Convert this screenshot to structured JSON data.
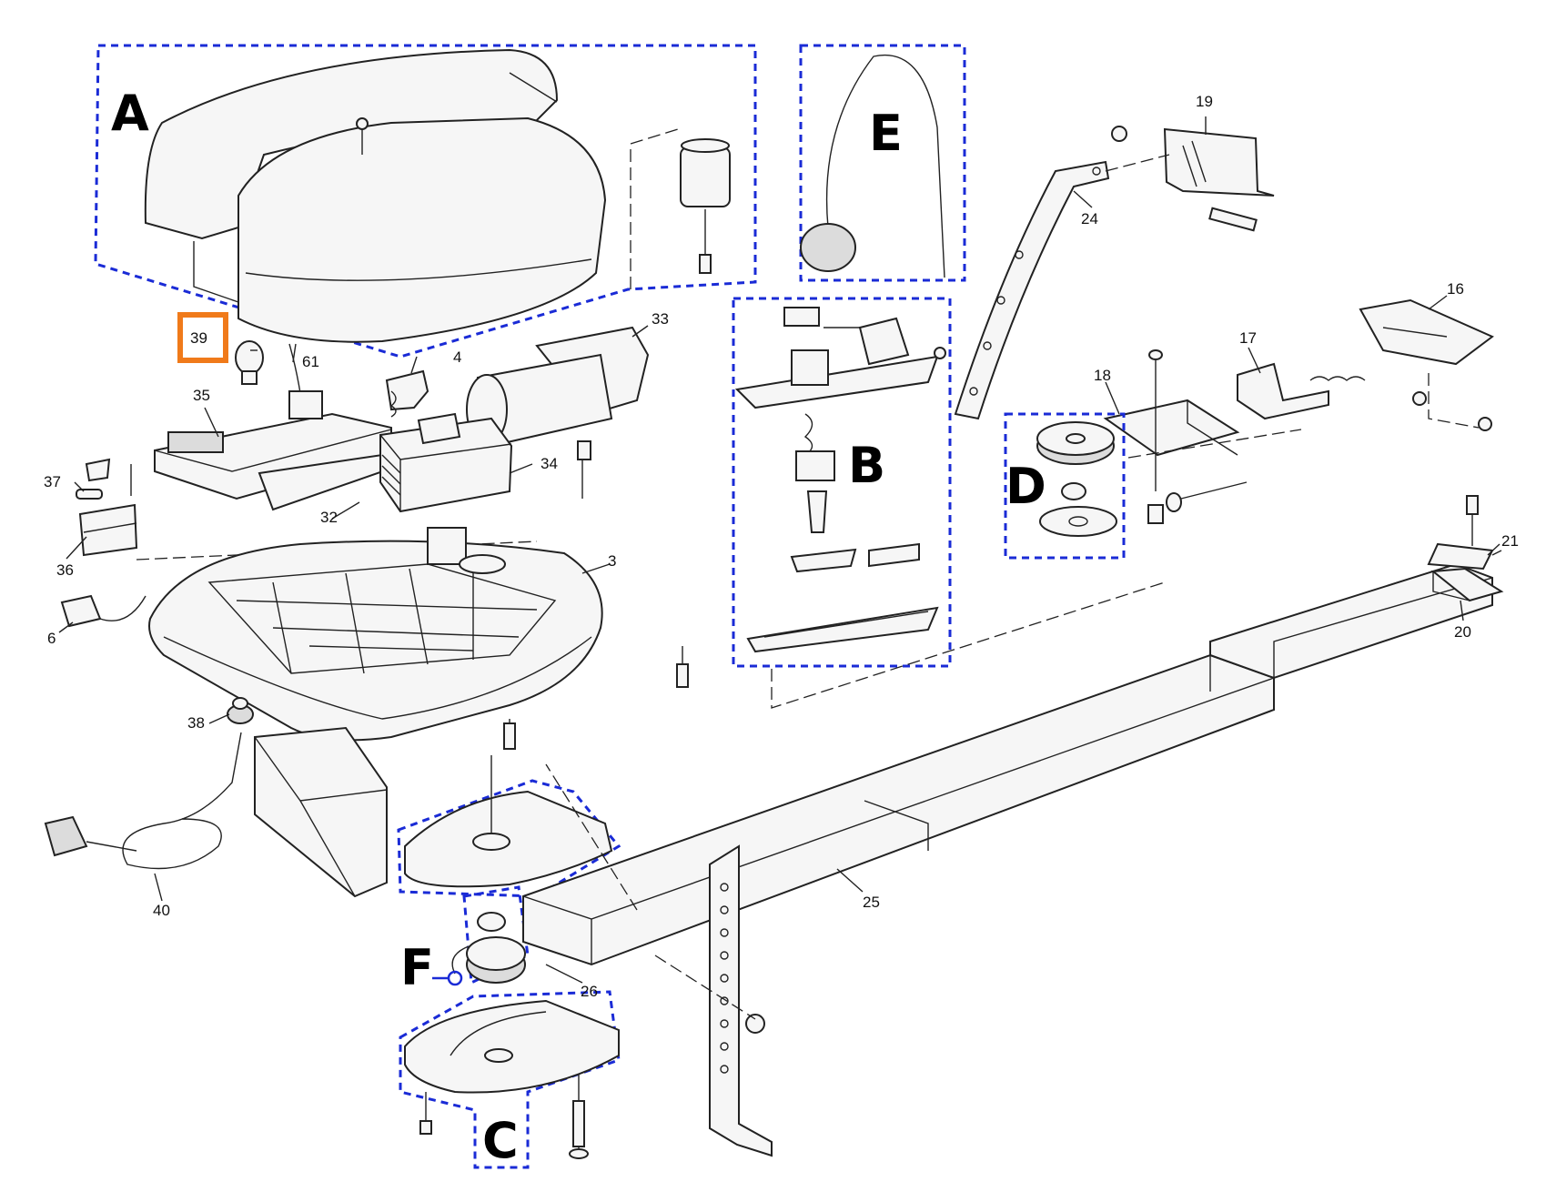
{
  "groups": [
    "A",
    "B",
    "C",
    "D",
    "E",
    "F"
  ],
  "parts": [
    "39",
    "61",
    "4",
    "33",
    "35",
    "37",
    "36",
    "32",
    "34",
    "3",
    "6",
    "38",
    "40",
    "19",
    "24",
    "16",
    "17",
    "18",
    "21",
    "20",
    "25",
    "26"
  ],
  "highlighted_part": "39",
  "colors": {
    "group_box": "#1a2bd6",
    "highlight": "#f07a1a",
    "line": "#222222"
  }
}
